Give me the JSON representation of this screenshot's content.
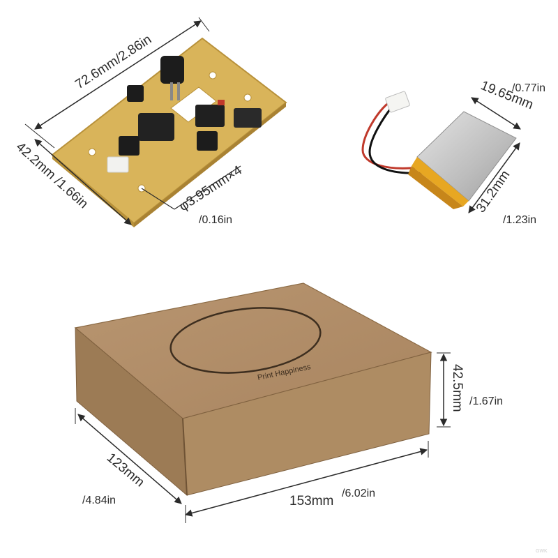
{
  "pcb": {
    "width_mm": "72.6mm",
    "width_in": "/2.86in",
    "depth_label": "42.2mm /1.66in",
    "hole_mm": "φ3.95mm×4",
    "hole_in": "/0.16in"
  },
  "battery": {
    "width_in": "/0.77in",
    "width_mm": "19.65mm",
    "height_mm": "31.2mm",
    "height_in": "/1.23in"
  },
  "box": {
    "logo_text": "Print Happiness",
    "height_mm": "42.5mm",
    "height_in": "/1.67in",
    "depth_mm": "123mm",
    "depth_in": "/4.84in",
    "width_mm": "153mm",
    "width_in": "/6.02in"
  },
  "colors": {
    "pcb": "#d9b45a",
    "pcb_edge": "#b8913a",
    "battery_silver": "#c9c9c9",
    "battery_wrap": "#e7a722",
    "cardboard": "#b08e66",
    "cardboard_dark": "#9c7b55",
    "line": "#2a2a2a"
  },
  "watermark": "GWK"
}
